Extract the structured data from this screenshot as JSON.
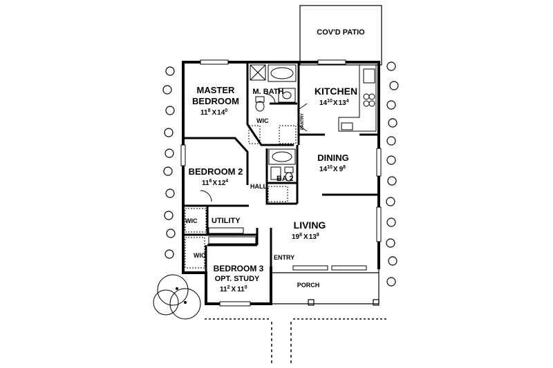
{
  "rooms": {
    "patio": {
      "name": "COV'D PATIO"
    },
    "master": {
      "name1": "MASTER",
      "name2": "BEDROOM",
      "w_ft": "11",
      "w_in": "8",
      "x": "X",
      "h_ft": "14",
      "h_in": "0"
    },
    "mbath": {
      "name": "M. BATH"
    },
    "kitchen": {
      "name": "KITCHEN",
      "w_ft": "14",
      "w_in": "10",
      "x": "X",
      "h_ft": "13",
      "h_in": "4"
    },
    "wic_master": {
      "name": "WIC"
    },
    "pantry": {
      "name": "PANTRY"
    },
    "bedroom2": {
      "name": "BEDROOM 2",
      "w_ft": "11",
      "w_in": "6",
      "x": "X",
      "h_ft": "12",
      "h_in": "4"
    },
    "dining": {
      "name": "DINING",
      "w_ft": "14",
      "w_in": "10",
      "x": "X",
      "h_ft": "9",
      "h_in": "8"
    },
    "ba2": {
      "name": "BA 2"
    },
    "hall": {
      "name": "HALL"
    },
    "utility": {
      "name": "UTILITY"
    },
    "wic_b2": {
      "name": "WIC"
    },
    "wic_b3": {
      "name": "WIC"
    },
    "living": {
      "name": "LIVING",
      "w_ft": "19",
      "w_in": "8",
      "x": "X",
      "h_ft": "13",
      "h_in": "8"
    },
    "entry": {
      "name": "ENTRY"
    },
    "bedroom3": {
      "name1": "BEDROOM 3",
      "name2": "OPT. STUDY",
      "w_ft": "11",
      "w_in": "2",
      "x": "X",
      "h_ft": "11",
      "h_in": "0"
    },
    "porch": {
      "name": "PORCH"
    }
  }
}
